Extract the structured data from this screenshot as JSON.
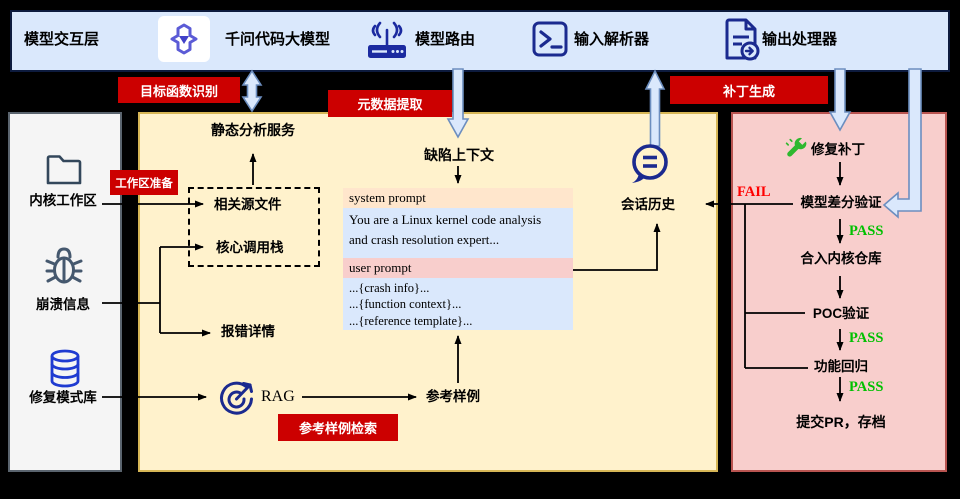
{
  "top_bar": {
    "label": "模型交互层",
    "items": [
      {
        "icon": "qwen-logo",
        "label": "千问代码大模型"
      },
      {
        "icon": "router",
        "label": "模型路由"
      },
      {
        "icon": "terminal",
        "label": "输入解析器"
      },
      {
        "icon": "doc-output",
        "label": "输出处理器"
      }
    ]
  },
  "red_labels": {
    "target_fn": "目标函数识别",
    "metadata": "元数据提取",
    "patch_gen": "补丁生成",
    "workspace_prep": "工作区准备",
    "ref_search": "参考样例检索"
  },
  "left_panel": {
    "items": [
      {
        "icon": "folder",
        "label": "内核工作区"
      },
      {
        "icon": "bug",
        "label": "崩溃信息"
      },
      {
        "icon": "database",
        "label": "修复模式库"
      }
    ]
  },
  "middle_panel": {
    "static_analysis": "静态分析服务",
    "dashed_box": {
      "item1": "相关源文件",
      "item2": "核心调用栈"
    },
    "error_detail": "报错详情",
    "defect_context": "缺陷上下文",
    "prompt_box": {
      "system_header": "system prompt",
      "system_body": [
        "You are a Linux kernel code analysis",
        "and crash resolution expert..."
      ],
      "user_header": "user prompt",
      "user_body": [
        "...{crash info}...",
        "...{function context}...",
        "...{reference template}..."
      ]
    },
    "chat_history": "会话历史",
    "rag": "RAG",
    "ref_sample": "参考样例"
  },
  "right_panel": {
    "patch": "修复补丁",
    "diff_verify": "模型差分验证",
    "merge": "合入内核仓库",
    "poc": "POC验证",
    "regression": "功能回归",
    "submit": "提交PR，存档",
    "pass": "PASS",
    "fail": "FAIL"
  },
  "colors": {
    "top_bar_bg": "#dae8fc",
    "mid_panel_bg": "#fff2cc",
    "right_panel_bg": "#f8cecc",
    "left_panel_bg": "#f5f5f5",
    "red_label_bg": "#cc0000",
    "pass_green": "#00c000",
    "fail_red": "#ff0000",
    "icon_navy": "#1b2a8f",
    "wrench_green": "#2eb82e"
  }
}
